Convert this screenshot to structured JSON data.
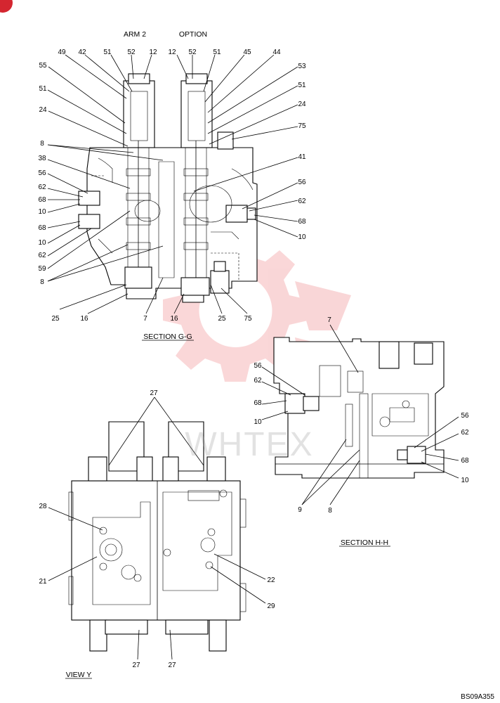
{
  "titles": {
    "arm2": "ARM 2",
    "option": "OPTION",
    "section_gg": "SECTION  G-G",
    "section_hh": "SECTION  H-H",
    "view_y": "VIEW  Y",
    "code": "BS09A355",
    "watermark": "WHTEX"
  },
  "gg_top": [
    "49",
    "42",
    "51",
    "52",
    "12",
    "12",
    "52",
    "51",
    "45",
    "44"
  ],
  "gg_left": [
    "55",
    "51",
    "24",
    "8",
    "38",
    "56",
    "62",
    "68",
    "10",
    "68",
    "10",
    "62",
    "59",
    "8"
  ],
  "gg_right": [
    "53",
    "51",
    "24",
    "75",
    "41",
    "56",
    "62",
    "68",
    "10"
  ],
  "gg_bottom": [
    "25",
    "16",
    "7",
    "16",
    "25",
    "75"
  ],
  "hh_labels": [
    "7",
    "56",
    "62",
    "68",
    "10",
    "56",
    "62",
    "68",
    "10",
    "9",
    "8"
  ],
  "vy_labels": [
    "27",
    "28",
    "21",
    "22",
    "29",
    "27",
    "27"
  ],
  "colors": {
    "ink": "#000000",
    "watermark": "#e8474f",
    "badge": "#d42630"
  }
}
